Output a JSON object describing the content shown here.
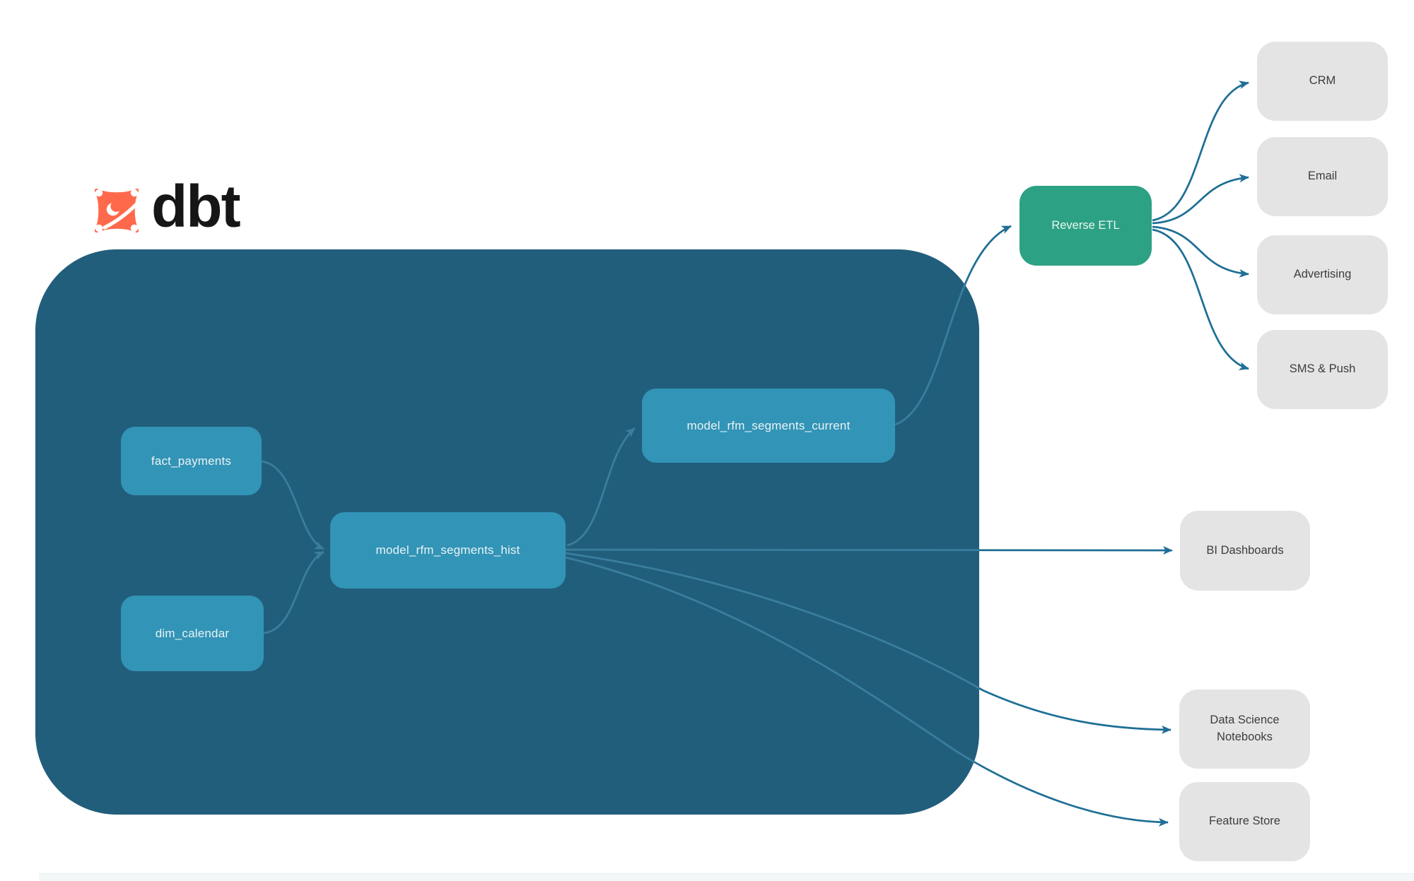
{
  "brand": {
    "logo_text": "dbt",
    "logo_color": "#FF694B",
    "wordmark_color": "#161616"
  },
  "colors": {
    "canvas_bg": "#FFFFFF",
    "warehouse_container_bg": "#215E7C",
    "model_node_bg": "#3294B6",
    "model_node_text": "#E9F3F6",
    "reverse_etl_bg": "#2CA183",
    "reverse_etl_text": "#EAF6F2",
    "destination_bg": "#E4E4E4",
    "destination_text": "#3D3D3D",
    "edge_outside_container": "#1F6F96",
    "edge_inside_container": "#3A7E9D"
  },
  "warehouse": {
    "nodes": [
      {
        "id": "fact_payments",
        "label": "fact_payments"
      },
      {
        "id": "dim_calendar",
        "label": "dim_calendar"
      },
      {
        "id": "model_rfm_segments_hist",
        "label": "model_rfm_segments_hist"
      },
      {
        "id": "model_rfm_segments_current",
        "label": "model_rfm_segments_current"
      }
    ]
  },
  "reverse_etl": {
    "label": "Reverse ETL"
  },
  "destinations": [
    {
      "label": "CRM"
    },
    {
      "label": "Email"
    },
    {
      "label": "Advertising"
    },
    {
      "label": "SMS & Push"
    }
  ],
  "outputs": [
    {
      "label": "BI Dashboards"
    },
    {
      "label": "Data Science Notebooks"
    },
    {
      "label": "Feature Store"
    }
  ],
  "edges": [
    {
      "from": "fact_payments",
      "to": "model_rfm_segments_hist"
    },
    {
      "from": "dim_calendar",
      "to": "model_rfm_segments_hist"
    },
    {
      "from": "model_rfm_segments_hist",
      "to": "model_rfm_segments_current"
    },
    {
      "from": "model_rfm_segments_current",
      "to": "Reverse ETL"
    },
    {
      "from": "Reverse ETL",
      "to": "CRM"
    },
    {
      "from": "Reverse ETL",
      "to": "Email"
    },
    {
      "from": "Reverse ETL",
      "to": "Advertising"
    },
    {
      "from": "Reverse ETL",
      "to": "SMS & Push"
    },
    {
      "from": "model_rfm_segments_hist",
      "to": "BI Dashboards"
    },
    {
      "from": "model_rfm_segments_hist",
      "to": "Data Science Notebooks"
    },
    {
      "from": "model_rfm_segments_hist",
      "to": "Feature Store"
    }
  ]
}
